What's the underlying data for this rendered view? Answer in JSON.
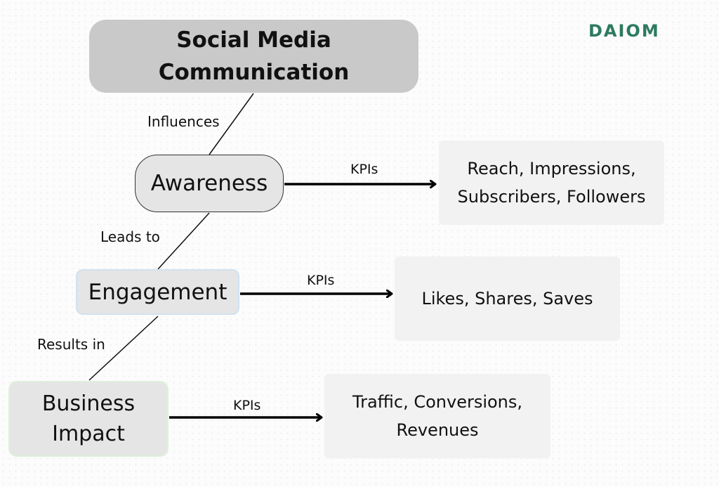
{
  "brand": {
    "logo_text": "DAIOM",
    "logo_color": "#2e7a5f"
  },
  "diagram": {
    "root": {
      "line1": "Social Media",
      "line2": "Communication"
    },
    "stages": [
      {
        "name": "Awareness",
        "edge_label_in": "Influences",
        "kpi_label": "KPIs",
        "kpi_line1": "Reach, Impressions,",
        "kpi_line2": "Subscribers, Followers"
      },
      {
        "name": "Engagement",
        "edge_label_in": "Leads to",
        "kpi_label": "KPIs",
        "kpi_line1": "Likes, Shares, Saves"
      },
      {
        "name_line1": "Business",
        "name_line2": "Impact",
        "edge_label_in": "Results in",
        "kpi_label": "KPIs",
        "kpi_line1": "Traffic, Conversions,",
        "kpi_line2": "Revenues"
      }
    ]
  },
  "colors": {
    "root_fill": "#c9c9c9",
    "node_fill": "#e5e5e5",
    "kpi_fill": "#f2f2f2",
    "engagement_border": "#cfe2f3",
    "business_border": "#dff0dc"
  }
}
